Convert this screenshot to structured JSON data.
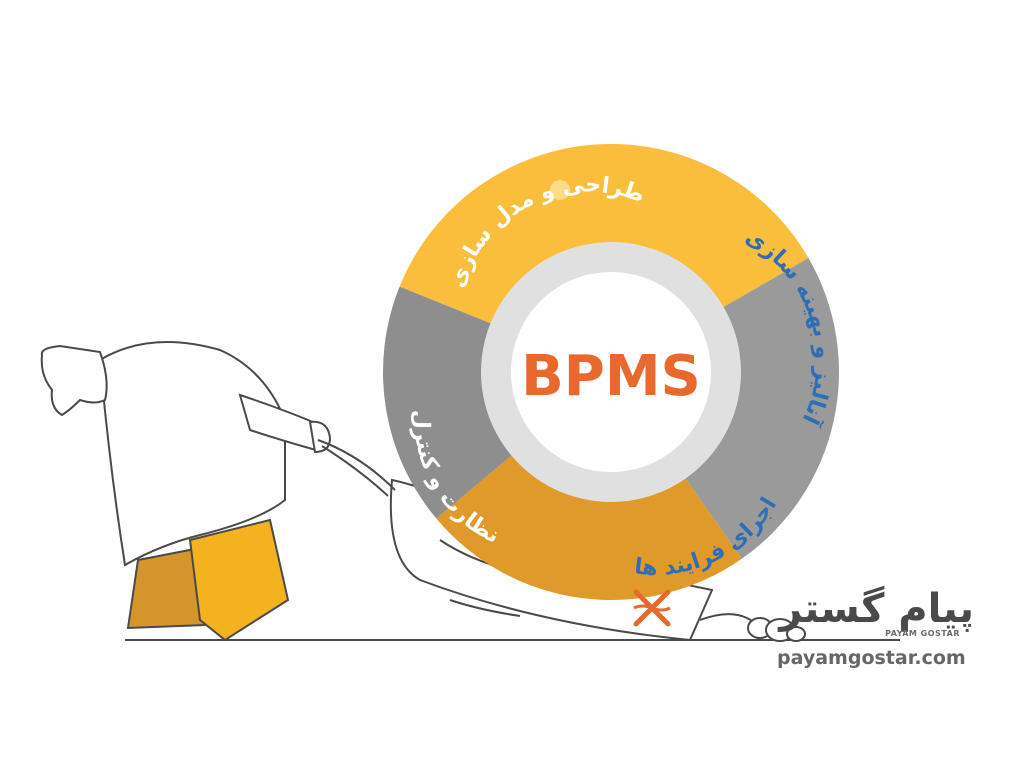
{
  "center_label": "BPMS",
  "segments": [
    {
      "label": "طراحی و مدل سازی",
      "color": "#F9BE3C"
    },
    {
      "label": "آنالیز و بهینه سازی",
      "color": "#9A9A9A"
    },
    {
      "label": "اجرای فرایند ها",
      "color": "#E09A2A"
    },
    {
      "label": "نظارت و کنترل",
      "color": "#8E8E8E"
    }
  ],
  "colors": {
    "accent_orange": "#E8692E",
    "arc_text_blue": "#2F6DB5",
    "arc_text_white": "#FFFFFF",
    "outline": "#4a4a4a",
    "logo_text": "#4a4a4a"
  },
  "brand": {
    "name_fa": "پیام گستر",
    "name_en": "PAYAM GOSTAR",
    "website": "payamgostar.com"
  },
  "icons": [
    "person-pulling-icon",
    "sled-icon",
    "payamgostar-mark-icon",
    "rocks-icon"
  ]
}
